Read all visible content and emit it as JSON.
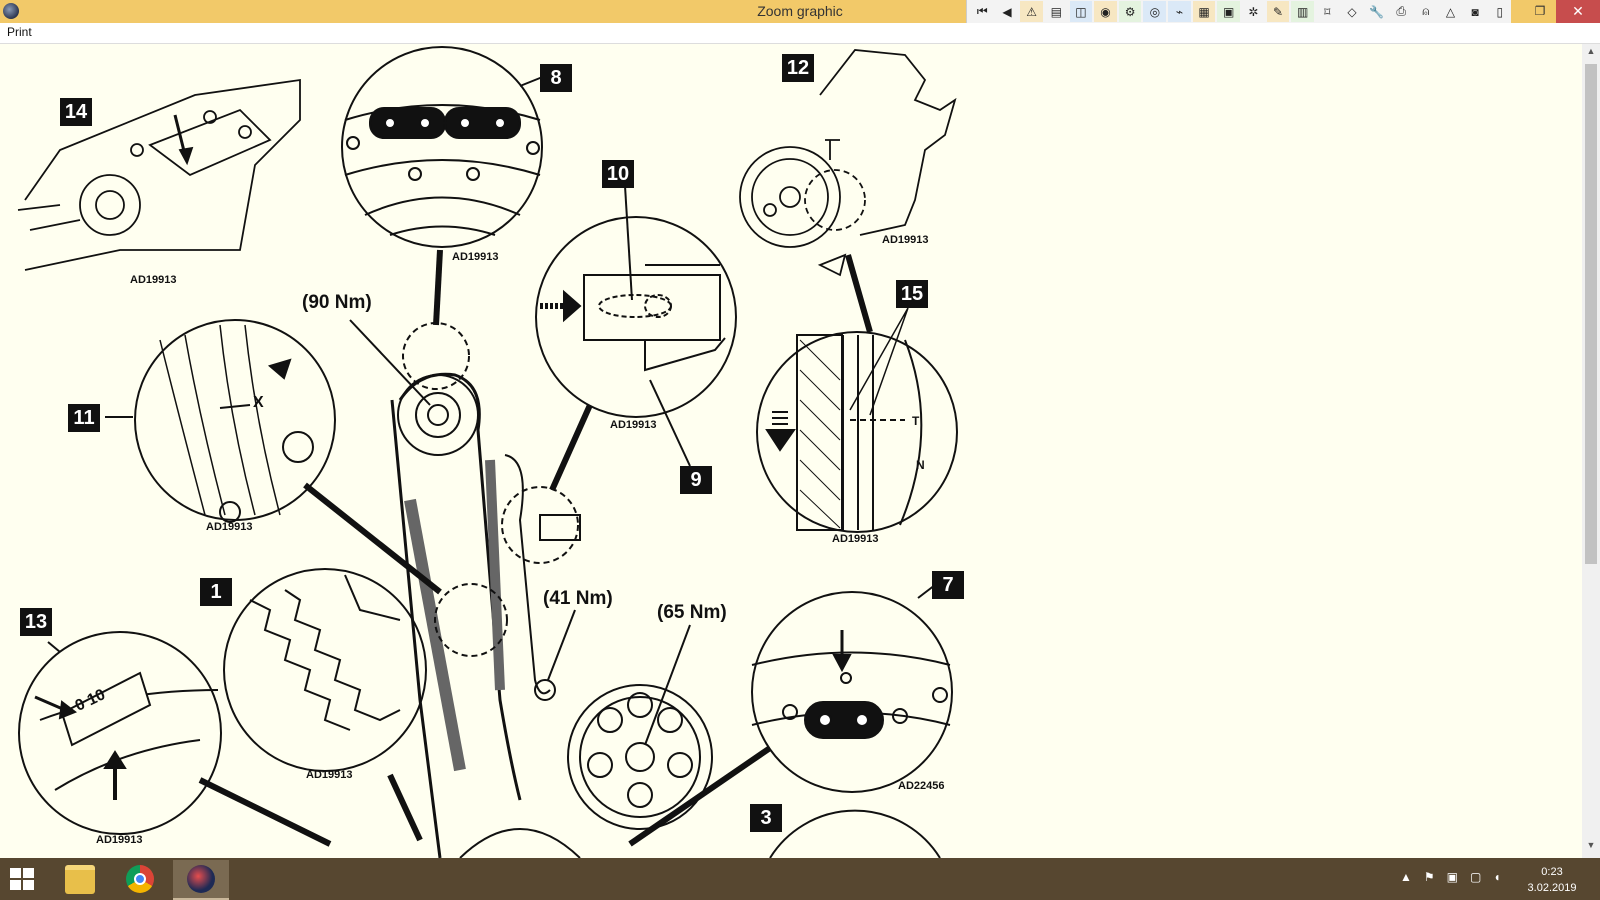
{
  "window": {
    "title": "Zoom graphic",
    "close_glyph": "✕",
    "restore_glyph": "❐"
  },
  "menu": {
    "print": "Print"
  },
  "toolbar": [
    {
      "icon": "first-page-icon",
      "glyph": "⏮"
    },
    {
      "icon": "previous-page-icon",
      "glyph": "◀"
    },
    {
      "icon": "warning-icon",
      "glyph": "⚠"
    },
    {
      "icon": "document-icon",
      "glyph": "▤"
    },
    {
      "icon": "diagram-icon",
      "glyph": "◫"
    },
    {
      "icon": "component-icon",
      "glyph": "◉"
    },
    {
      "icon": "tool-icon",
      "glyph": "⚙"
    },
    {
      "icon": "gauge-icon",
      "glyph": "◎"
    },
    {
      "icon": "wiring-icon",
      "glyph": "⌁"
    },
    {
      "icon": "chart-icon",
      "glyph": "▦"
    },
    {
      "icon": "save-icon",
      "glyph": "▣"
    },
    {
      "icon": "settings-icon",
      "glyph": "✲"
    },
    {
      "icon": "edit-icon",
      "glyph": "✎"
    },
    {
      "icon": "calculator-icon",
      "glyph": "▥"
    },
    {
      "icon": "tag-icon",
      "glyph": "⌑"
    },
    {
      "icon": "shape-icon",
      "glyph": "◇"
    },
    {
      "icon": "wrench-icon",
      "glyph": "🔧"
    },
    {
      "icon": "print-icon",
      "glyph": "⎙"
    },
    {
      "icon": "person-icon",
      "glyph": "⍝"
    },
    {
      "icon": "alert-icon",
      "glyph": "△"
    },
    {
      "icon": "camera-icon",
      "glyph": "◙"
    },
    {
      "icon": "clipboard-icon",
      "glyph": "▯"
    }
  ],
  "callouts": {
    "c1": "1",
    "c3": "3",
    "c7": "7",
    "c8": "8",
    "c9": "9",
    "c10": "10",
    "c11": "11",
    "c12": "12",
    "c13": "13",
    "c14": "14",
    "c15": "15"
  },
  "torques": {
    "t90": "(90 Nm)",
    "t41": "(41 Nm)",
    "t65": "(65 Nm)"
  },
  "refs": {
    "r14": "AD19913",
    "r8": "AD19913",
    "r12": "AD19913",
    "r10": "AD19913",
    "r11": "AD19913",
    "r15": "AD19913",
    "r1": "AD19913",
    "r7": "AD22456",
    "r13": "AD19913"
  },
  "labels": {
    "x": "X",
    "t": "T",
    "n": "N",
    "scale": "0 10"
  },
  "taskbar": {
    "time": "0:23",
    "date": "3.02.2019"
  }
}
